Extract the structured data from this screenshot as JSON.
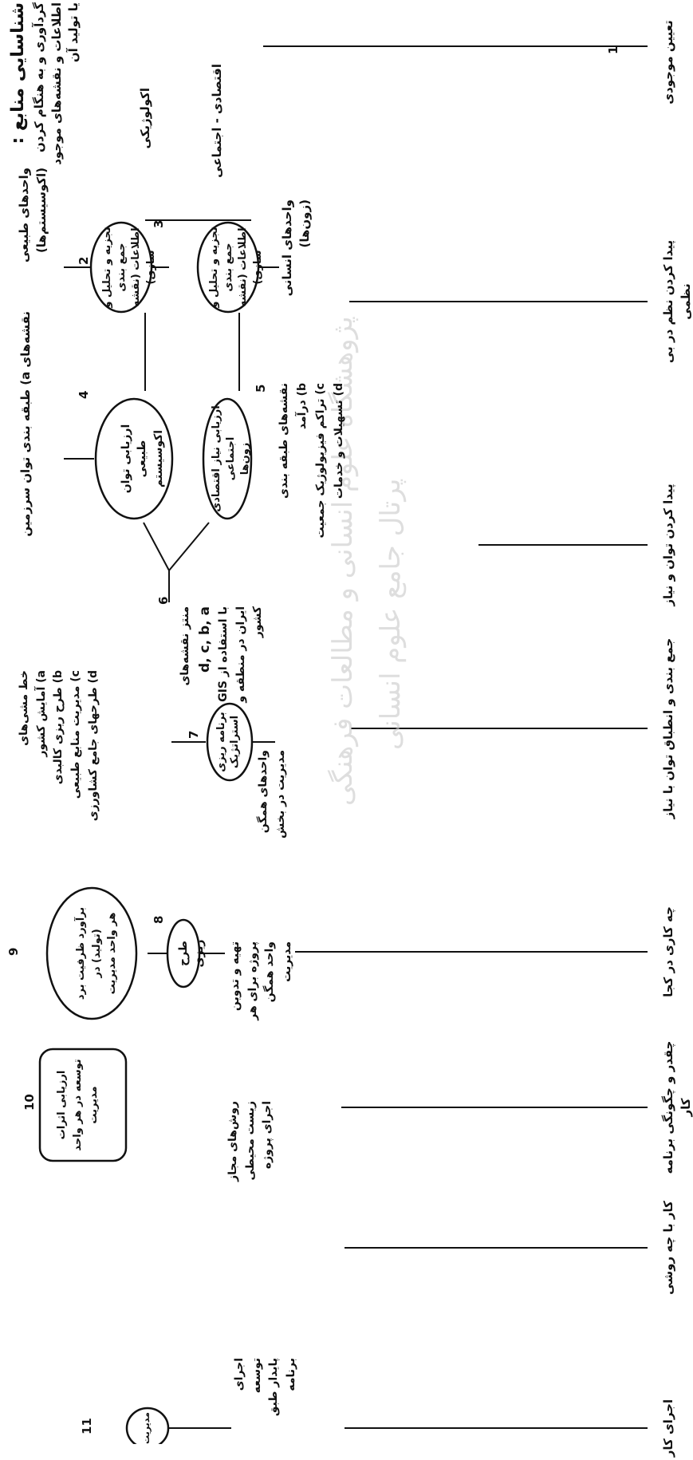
{
  "steps": {
    "s1": {
      "num": "1",
      "title": "شناسایی منابع :",
      "desc": [
        "گردآوری و به هنگام کردن",
        "اطلاعات و نقشه‌های موجود",
        "یا تولید آن"
      ]
    },
    "s2": {
      "num": "2",
      "lines": [
        "تجزیه و تحلیل و جمع بندی",
        "اطلاعات (نقشه سازی)"
      ],
      "tag": "اکولوژیکی",
      "unit": "واحدهای طبیعی (اکوسیستم‌ها)"
    },
    "s3": {
      "num": "3",
      "lines": [
        "تجزیه و تحلیل و جمع بندی",
        "اطلاعات (نقشه سازی)"
      ],
      "tag": "اقتصادی - اجتماعی",
      "unit": "واحدهای انسانی (زون‌ها)"
    },
    "s4": {
      "num": "4",
      "lines": [
        "ارزیابی توان طبیعی",
        "اکوسیستم"
      ],
      "note": "نقشه‌های a) طبقه بندی توان سرزمین"
    },
    "s5": {
      "num": "5",
      "lines": [
        "ارزیابی نیاز اقتصادی اجتماعی",
        "زون‌ها"
      ],
      "maps": [
        "نقشه‌های طبقه بندی",
        "b) درآمد",
        "c) تراکم فیزیولوژیک جمعیت",
        "d) تسهیلات و خدمات"
      ]
    },
    "s6": {
      "num": "6",
      "lines": [
        "منتز نقشه‌های",
        "d, c, b, a",
        "با استفاده از GIS",
        "ایران در منطقه و",
        "کشور"
      ]
    },
    "s7": {
      "num": "7",
      "lines": [
        "برنامه ریزی",
        "استراتژیک"
      ],
      "plans": [
        "خط مشی‌های",
        "a) آمایش کشور",
        "b) طرح ریزی کالبدی",
        "c) مدیریت منابع طبیعی",
        "d) طرحهای جامع کشاورزی"
      ],
      "units": [
        "واحدهای همگن",
        "مدیریت در بخش"
      ]
    },
    "s8": {
      "num": "8",
      "label": "طرح ریزی",
      "below": [
        "تهیه و تدوین",
        "پروژه برای هر",
        "واحد همگن",
        "مدیریت"
      ]
    },
    "s9": {
      "num": "9",
      "lines": [
        "برآورد ظرفیت برد (تولید) در",
        "هر واحد مدیریت"
      ]
    },
    "s10": {
      "num": "10",
      "lines": [
        "ارزیابی اثرات",
        "توسعه در هر واحد",
        "مدیریت"
      ],
      "below": [
        "روش‌های مجاز",
        "زیست محیطی",
        "اجرای پروژه"
      ]
    },
    "s11": {
      "num": "11",
      "label": "مدیریت",
      "below": [
        "اجرای",
        "توسعه",
        "پایدار طبق",
        "برنامه"
      ]
    }
  },
  "bottom_labels": [
    "تعیین موجودی",
    "پیدا کردن نظم در بی نظمی",
    "پیدا کردن توان و نیاز",
    "جمع بندی و انطباق توان با نیاز",
    "چه کاری در کجا",
    "چقدر و چگونگی برنامه کار",
    "کار با چه روشی",
    "اجرای کار"
  ],
  "watermark": [
    "پژوهشگاه علوم انسانی و مطالعات فرهنگی",
    "پرتال جامع علوم انسانی"
  ]
}
